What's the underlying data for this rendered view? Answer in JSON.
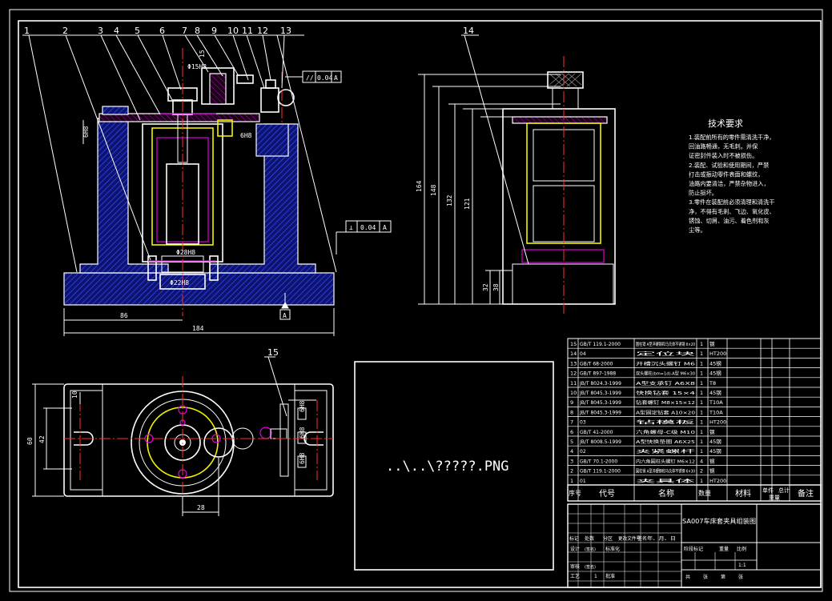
{
  "colors": {
    "background": "#000000",
    "line": "#ffffff",
    "hatch": "#3a4cff",
    "highlight": "#f2f200",
    "accent": "#e000e0",
    "center": "#ff3030"
  },
  "callouts_front": [
    "1",
    "2",
    "3",
    "4",
    "5",
    "6",
    "7",
    "8",
    "9",
    "10",
    "11",
    "12",
    "13"
  ],
  "callout_side": "14",
  "callout_top": "15",
  "front_view": {
    "dim_bottom_a": "86",
    "dim_bottom_b": "184",
    "dim_left": "6H8",
    "dim_top_a": "15",
    "dim_top_b": "Φ15H8",
    "dim_mid_a": "Φ28H8",
    "dim_mid_b": "Φ22H8",
    "dim_mid_c": "6H8",
    "tol_top": [
      "//",
      "0.04",
      "A"
    ],
    "tol_mid": [
      "⊥",
      "0.04",
      "A"
    ],
    "datum": "A"
  },
  "side_view": {
    "dims": [
      "164",
      "148",
      "132",
      "121",
      "32",
      "38"
    ]
  },
  "top_view": {
    "dim_left_a": "60",
    "dim_left_b": "42",
    "dim_a": "10",
    "dim_bottom": "28",
    "dim_right": [
      "6H8",
      "6H8",
      "6H8"
    ]
  },
  "tech_req": {
    "title": "技术要求",
    "lines": [
      "1.装配前所有的零件需清洗干净，",
      "  回油路畅通，无毛刺。并保",
      "  证密封件装入时不被损伤。",
      "2.装配、试验和使用期间，严禁",
      "  打击或振动零件表面和螺纹，",
      "  油路内要清洁，严禁杂物进入，",
      "  防止损坏。",
      "3.零件在装配前必须清理和清洗干",
      "  净，不得有毛刺、飞边、氧化皮、",
      "  锈蚀、切屑、油污、着色剂和灰",
      "  尘等。"
    ]
  },
  "placeholder_text": "..\\..\\?????.PNG",
  "bom_rows": [
    [
      "15",
      "GB/T 119.1-2000",
      "圆柱销 A型淬硬钢和马氏体不锈钢 6×20",
      "1",
      "钢",
      ""
    ],
    [
      "14",
      "04",
      "定位块",
      "1",
      "HT200",
      ""
    ],
    [
      "13",
      "GB/T 68-2000",
      "开槽沉头螺钉 M6",
      "1",
      "45钢",
      ""
    ],
    [
      "12",
      "GB/T 897-1988",
      "双头螺柱(bm=1d)-A型 M6×30",
      "1",
      "45钢",
      ""
    ],
    [
      "11",
      "JB/T 8024.3-1999",
      "A型支承钉 A6X8",
      "1",
      "T8",
      ""
    ],
    [
      "10",
      "JB/T 8045.3-1999",
      "快换钻套 15×4",
      "1",
      "45钢",
      ""
    ],
    [
      "9",
      "JB/T 8045.3-1999",
      "钻套螺钉 M8×15×12",
      "1",
      "T10A",
      ""
    ],
    [
      "8",
      "JB/T 8045.3-1999",
      "A型固定钻套 A10×20",
      "1",
      "T10A",
      ""
    ],
    [
      "7",
      "03",
      "钻模板",
      "1",
      "HT200",
      ""
    ],
    [
      "6",
      "GB/T 41-2000",
      "六角螺母-C级 M10",
      "1",
      "钢",
      ""
    ],
    [
      "5",
      "JB/T 8008.5-1999",
      "A型快换垫圈 A6X25",
      "1",
      "45钢",
      ""
    ],
    [
      "4",
      "02",
      "夹紧螺杆",
      "1",
      "45钢",
      ""
    ],
    [
      "3",
      "GB/T 70.1-2000",
      "内六角圆柱头螺钉 M6×12",
      "4",
      "钢",
      ""
    ],
    [
      "2",
      "GB/T 119.1-2000",
      "圆柱销 A型淬硬钢和马氏体不锈钢 6×30",
      "2",
      "钢",
      ""
    ],
    [
      "1",
      "01",
      "夹具体",
      "1",
      "HT200",
      ""
    ]
  ],
  "bom_header": [
    "序号",
    "代号",
    "名称",
    "数量",
    "材料",
    "单件",
    "总计",
    "备注",
    "重量"
  ],
  "title_block": {
    "drawing_name": "SA007车床套夹具组装图",
    "row_labels": [
      "标记",
      "处数",
      "分区",
      "更改文件号",
      "签名",
      "年、月、日"
    ],
    "designer_labels": [
      "设计",
      "标准化"
    ],
    "other_labels": [
      "审核",
      "工艺",
      "批准"
    ],
    "stage_labels": [
      "阶段标记",
      "重量",
      "比例"
    ],
    "scale": "1:1",
    "sheet_labels": [
      "共",
      "张",
      "第",
      "张"
    ],
    "sign_a": "(签名)",
    "sign_b": "(签名)",
    "sheet_count": "1"
  }
}
